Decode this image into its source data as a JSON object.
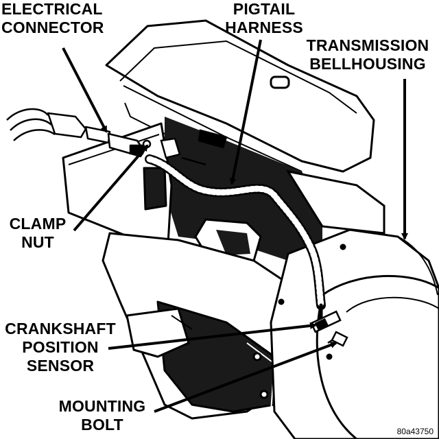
{
  "colors": {
    "ink": "#000000",
    "paper": "#ffffff"
  },
  "labels": {
    "electrical_connector": [
      "ELECTRICAL",
      "CONNECTOR"
    ],
    "pigtail_harness": [
      "PIGTAIL",
      "HARNESS"
    ],
    "transmission_bellhousing": [
      "TRANSMISSION",
      "BELLHOUSING"
    ],
    "clamp_nut": [
      "CLAMP",
      "NUT"
    ],
    "crankshaft_position_sensor": [
      "CRANKSHAFT",
      "POSITION",
      "SENSOR"
    ],
    "mounting_bolt": [
      "MOUNTING",
      "BOLT"
    ]
  },
  "figure_id": "80a43750"
}
